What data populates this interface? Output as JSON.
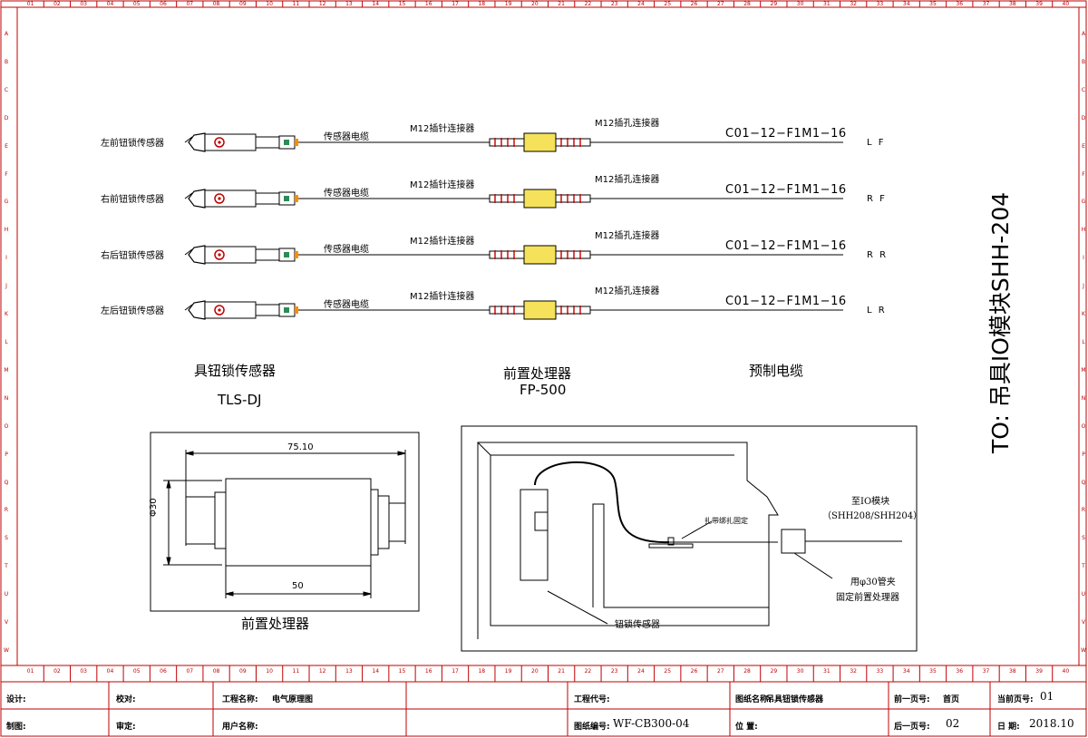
{
  "frame": {
    "col_numbers": [
      "01",
      "02",
      "03",
      "04",
      "05",
      "06",
      "07",
      "08",
      "09",
      "10",
      "11",
      "12",
      "13",
      "14",
      "15",
      "16",
      "17",
      "18",
      "19",
      "20",
      "21",
      "22",
      "23",
      "24",
      "25",
      "26",
      "27",
      "28",
      "29",
      "30",
      "31",
      "32",
      "33",
      "34",
      "35",
      "36",
      "37",
      "38",
      "39",
      "40"
    ],
    "row_letters": [
      "A",
      "B",
      "C",
      "D",
      "E",
      "F",
      "G",
      "H",
      "I",
      "J",
      "K",
      "L",
      "M",
      "N",
      "O",
      "P",
      "Q",
      "R",
      "S",
      "T",
      "U",
      "V",
      "W"
    ],
    "border_color": "#c00000"
  },
  "channels": [
    {
      "sensor": "左前钮锁传感器",
      "cable": "传感器电缆",
      "plug": "M12插针连接器",
      "socket": "M12插孔连接器",
      "code": "C01−12−F1M1−16",
      "pos": "L F"
    },
    {
      "sensor": "右前钮锁传感器",
      "cable": "传感器电缆",
      "plug": "M12插针连接器",
      "socket": "M12插孔连接器",
      "code": "C01−12−F1M1−16",
      "pos": "R F"
    },
    {
      "sensor": "右后钮锁传感器",
      "cable": "传感器电缆",
      "plug": "M12插针连接器",
      "socket": "M12插孔连接器",
      "code": "C01−12−F1M1−16",
      "pos": "R R"
    },
    {
      "sensor": "左后钮锁传感器",
      "cable": "传感器电缆",
      "plug": "M12插针连接器",
      "socket": "M12插孔连接器",
      "code": "C01−12−F1M1−16",
      "pos": "L R"
    }
  ],
  "headings": {
    "sensor_title": "具钮锁传感器",
    "sensor_model": "TLS-DJ",
    "processor_title": "前置处理器",
    "processor_model": "FP-500",
    "cable_title": "预制电缆",
    "to_module": "TO: 吊具IO模块SHH-204"
  },
  "dimension_drawing": {
    "length_label": "75.10",
    "diameter_label": "Φ30",
    "body_label": "50",
    "caption": "前置处理器"
  },
  "install_drawing": {
    "to_io": "至IO模块",
    "io_models": "（SHH208/SHH204）",
    "tie_note": "扎带绑扎固定",
    "clamp_note_1": "用φ30管夹",
    "clamp_note_2": "固定前置处理器",
    "sensor_note": "钮锁传感器"
  },
  "title_block": {
    "design_label": "设计:",
    "check_label": "校对:",
    "project_name_label": "工程名称:",
    "project_name_value": "电气原理图",
    "project_code_label": "工程代号:",
    "drawing_name_label": "图纸名称:",
    "drawing_name_value": "吊具钮锁传感器",
    "prev_page_label": "前一页号:",
    "prev_page_value": "首页",
    "current_page_label": "当前页号:",
    "current_page_value": "01",
    "draw_label": "制图:",
    "review_label": "审定:",
    "customer_label": "用户名称:",
    "drawing_no_label": "图纸编号:",
    "drawing_no_value": "WF-CB300-04",
    "position_label": "位 置:",
    "next_page_label": "后一页号:",
    "next_page_value": "02",
    "date_label": "日 期:",
    "date_value": "2018.10"
  }
}
